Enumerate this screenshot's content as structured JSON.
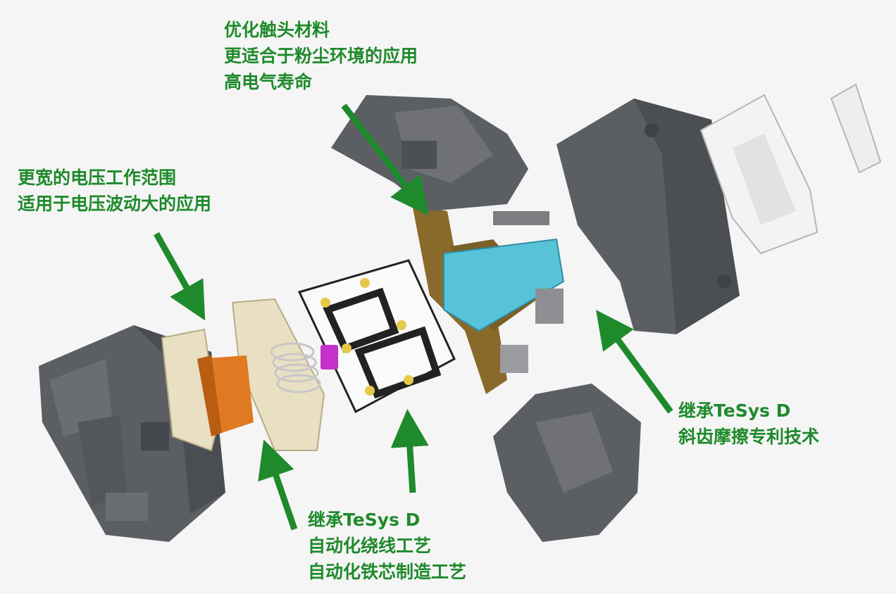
{
  "colors": {
    "annotation_green": "#1f8a2c",
    "housing_gray": "#5b5e63",
    "coil_orange": "#e07a22",
    "contact_bronze": "#8a6a2a",
    "carrier_cyan": "#57c3d8",
    "magenta_part": "#c431c9",
    "background": "#f5f5f5"
  },
  "annotations": {
    "contact_material": {
      "lines": [
        "优化触头材料",
        "更适合于粉尘环境的应用",
        "高电气寿命"
      ]
    },
    "voltage_range": {
      "lines": [
        "更宽的电压工作范围",
        "适用于电压波动大的应用"
      ]
    },
    "gear_patent": {
      "lines": [
        "继承TeSys D",
        "斜齿摩擦专利技术"
      ]
    },
    "winding_process": {
      "lines": [
        "继承TeSys D",
        "自动化绕线工艺",
        "自动化铁芯制造工艺"
      ]
    }
  }
}
